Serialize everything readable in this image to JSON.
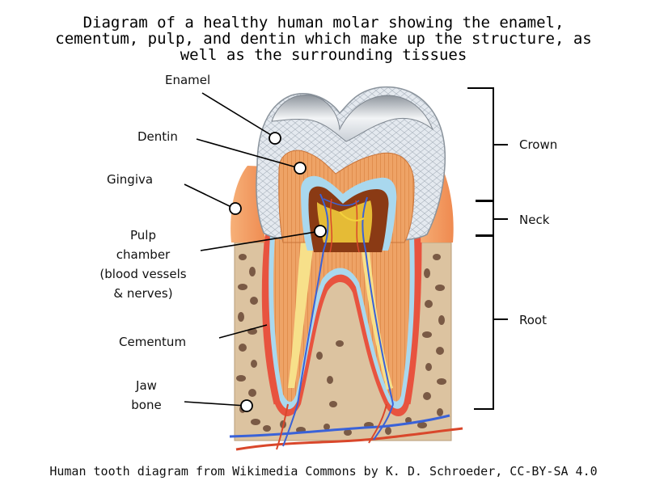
{
  "title": {
    "line1": "Diagram of a healthy human molar showing the enamel,",
    "line2": "cementum, pulp, and dentin which make up the structure, as",
    "line3": "well as the surrounding tissues"
  },
  "labels": {
    "enamel": "Enamel",
    "dentin": "Dentin",
    "gingiva": "Gingiva",
    "pulp_line1": "Pulp",
    "pulp_line2": "chamber",
    "pulp_line3": "(blood vessels",
    "pulp_line4": "& nerves)",
    "cementum": "Cementum",
    "jaw_line1": "Jaw",
    "jaw_line2": "bone"
  },
  "regions": {
    "crown": "Crown",
    "neck": "Neck",
    "root": "Root"
  },
  "caption": "Human tooth diagram from Wikimedia Commons by K. D. Schroeder, CC-BY-SA 4.0",
  "colors": {
    "enamel": "#dde3ea",
    "dentin": "#e9a15c",
    "gingiva": "#f0915c",
    "bone": "#dcc3a0",
    "bone_pores": "#7a5a45",
    "cementum": "#e8533f",
    "nerve": "#f4d23c",
    "artery": "#d9472b",
    "vein": "#3a62d8"
  }
}
